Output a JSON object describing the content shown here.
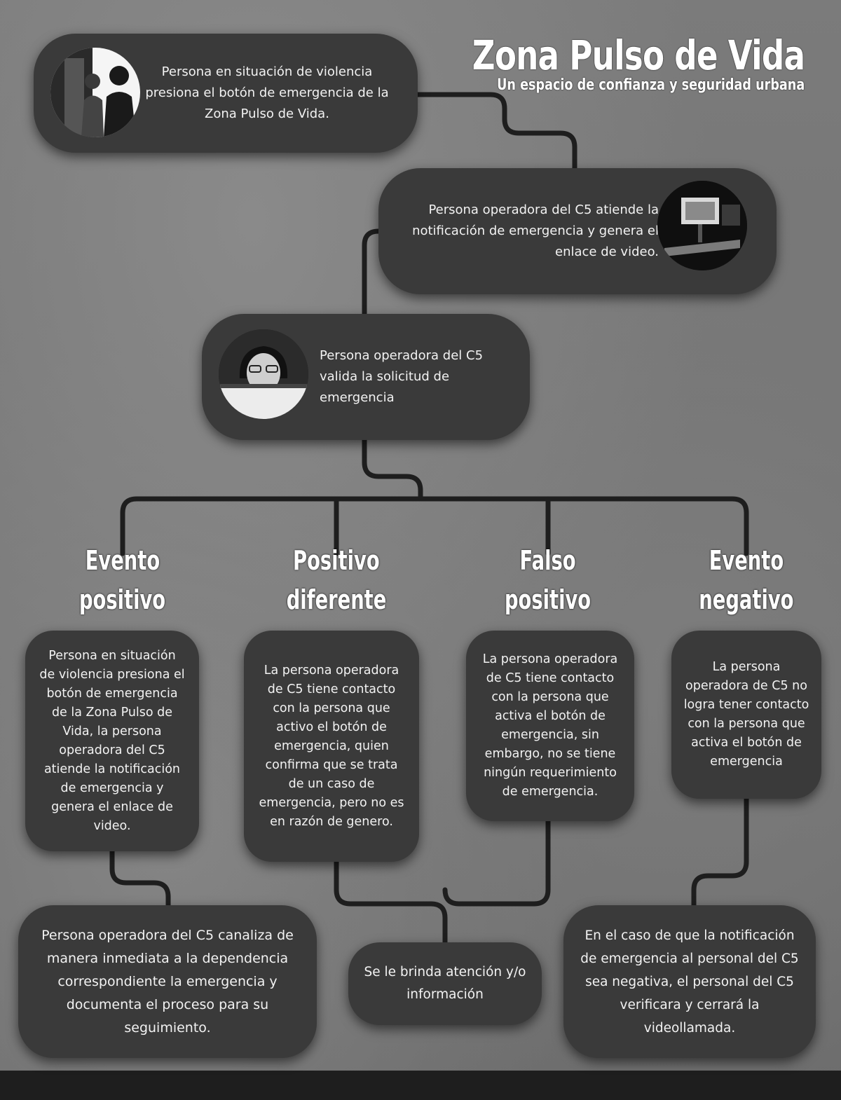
{
  "header": {
    "title": "Zona Pulso de Vida",
    "subtitle": "Un espacio de confianza y seguridad urbana"
  },
  "steps": {
    "step1": "Persona en situación de violencia presiona el botón de emergencia de la Zona Pulso de Vida.",
    "step2": "Persona operadora del C5 atiende la notificación de emergencia y genera el enlace de video.",
    "step3": "Persona operadora del C5 valida la solicitud de emergencia"
  },
  "categories": [
    {
      "title_line1": "Evento",
      "title_line2": "positivo",
      "text": "Persona en situación de violencia presiona el botón de emergencia de la Zona Pulso de Vida, la persona operadora del C5 atiende la notificación de emergencia y genera el enlace de video."
    },
    {
      "title_line1": "Positivo",
      "title_line2": "diferente",
      "text": "La persona operadora de C5 tiene contacto con la persona que activo el botón de emergencia, quien confirma que se trata de un caso de emergencia, pero no es en razón de genero."
    },
    {
      "title_line1": "Falso",
      "title_line2": "positivo",
      "text": "La persona operadora de C5 tiene contacto con la persona que activa el botón de emergencia, sin embargo, no se tiene ningún requerimiento de emergencia."
    },
    {
      "title_line1": "Evento",
      "title_line2": "negativo",
      "text": "La persona operadora de C5 no logra tener contacto con la persona que activa el botón de emergencia"
    }
  ],
  "outcomes": {
    "left": "Persona operadora del C5 canaliza de manera inmediata a la dependencia correspondiente la emergencia y documenta el proceso para su seguimiento.",
    "center": "Se le brinda atención y/o información",
    "right": "En el caso de que la notificación de emergencia al personal del C5 sea negativa, el personal del C5 verificara y cerrará la videollamada."
  },
  "colors": {
    "box": "#3a3a3a",
    "connector": "#1e1e1e",
    "text": "#f2f2f2"
  }
}
